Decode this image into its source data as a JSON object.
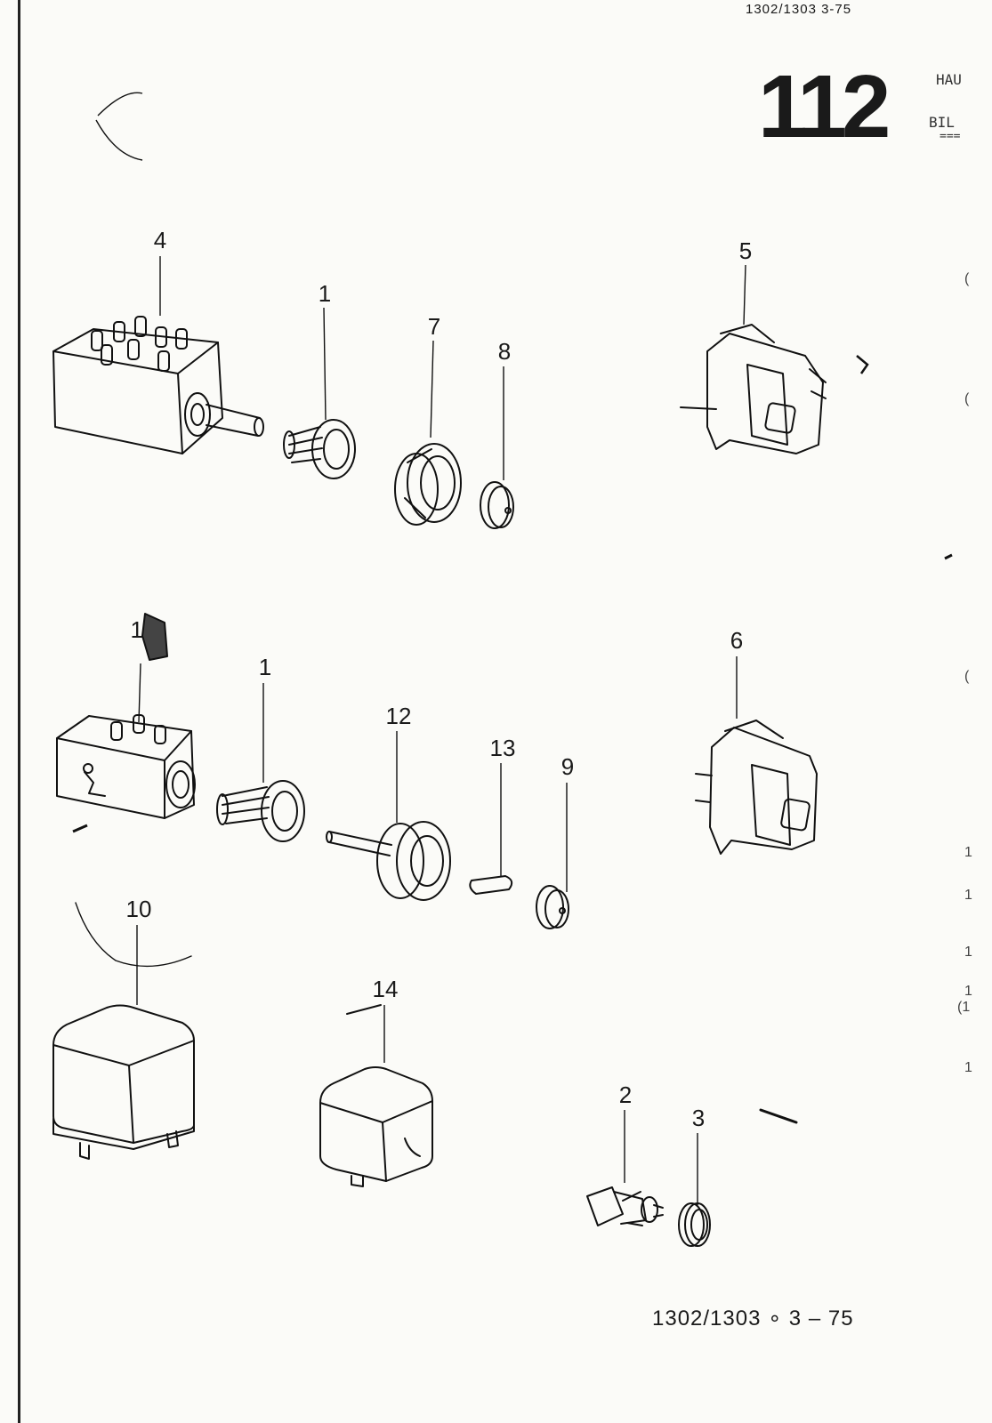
{
  "header": {
    "code": "1302/1303   3-75",
    "page_number": "112"
  },
  "right_truncated": [
    "HAU",
    "BIL",
    "==="
  ],
  "footer": {
    "code": "1302/1303 ∘ 3 – 75"
  },
  "callouts": {
    "p4": "4",
    "p1a": "1",
    "p7": "7",
    "p8": "8",
    "p5": "5",
    "p11": "11",
    "p1b": "1",
    "p12": "12",
    "p13": "13",
    "p9": "9",
    "p6": "6",
    "p10": "10",
    "p14": "14",
    "p2": "2",
    "p3": "3"
  },
  "edge_marks": [
    "(",
    "(",
    "(",
    "1",
    "1",
    "1",
    "1",
    "(1",
    "1"
  ]
}
